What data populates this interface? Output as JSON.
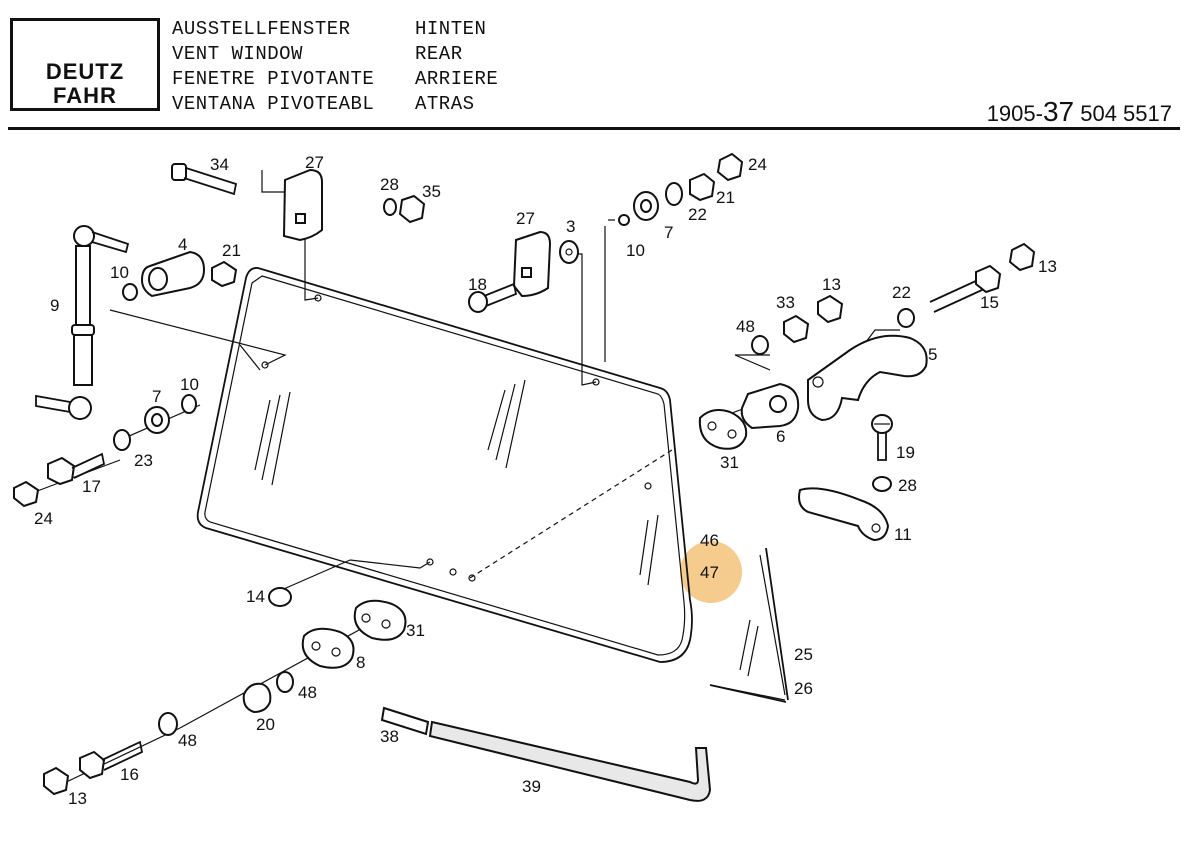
{
  "header": {
    "logo": {
      "line1": "DEUTZ",
      "line2": "FAHR"
    },
    "titles": [
      {
        "name": "AUSSTELLFENSTER",
        "position": "HINTEN"
      },
      {
        "name": "VENT WINDOW",
        "position": "REAR"
      },
      {
        "name": "FENETRE PIVOTANTE",
        "position": "ARRIERE"
      },
      {
        "name": "VENTANA PIVOTEABL",
        "position": "ATRAS"
      }
    ],
    "part_number": {
      "prefix": "1905-",
      "group": "37",
      "suffix": " 504 5517"
    }
  },
  "callouts": {
    "c34": "34",
    "c27a": "27",
    "c28a": "28",
    "c35": "35",
    "c24a": "24",
    "c21a": "21",
    "c22a": "22",
    "c7a": "7",
    "c10a": "10",
    "c27b": "27",
    "c3": "3",
    "c18": "18",
    "c4": "4",
    "c21b": "21",
    "c10b": "10",
    "c9": "9",
    "c7b": "7",
    "c10c": "10",
    "c23": "23",
    "c17": "17",
    "c24b": "24",
    "c13a": "13",
    "c15": "15",
    "c22b": "22",
    "c33": "33",
    "c13b": "13",
    "c48a": "48",
    "c5": "5",
    "c6": "6",
    "c31a": "31",
    "c19": "19",
    "c28b": "28",
    "c11": "11",
    "c46": "46",
    "c47": "47",
    "c14": "14",
    "c31b": "31",
    "c8": "8",
    "c48b": "48",
    "c20": "20",
    "c48c": "48",
    "c16": "16",
    "c13c": "13",
    "c25": "25",
    "c26": "26",
    "c38": "38",
    "c39": "39"
  },
  "highlight_color": "#f5c27a"
}
